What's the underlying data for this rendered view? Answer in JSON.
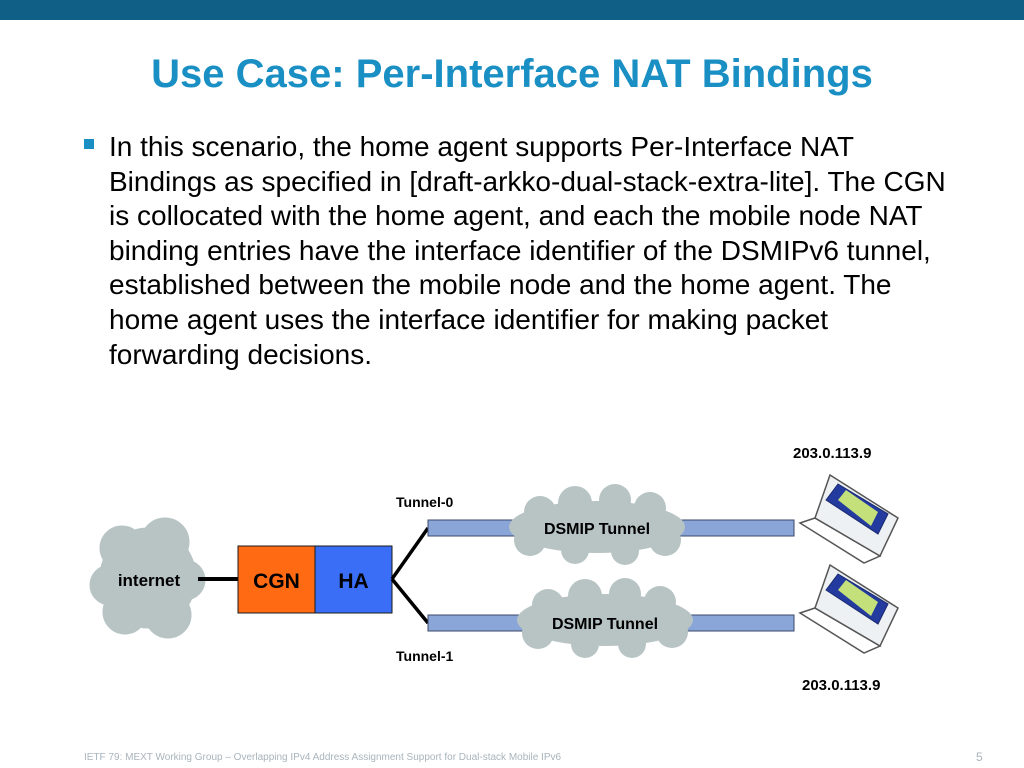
{
  "header": {
    "accent_color": "#0f5f86"
  },
  "title": "Use Case: Per-Interface NAT Bindings",
  "bullet": "In this scenario, the home agent supports Per-Interface NAT Bindings as specified in [draft-arkko-dual-stack-extra-lite]. The CGN is collocated with the home agent, and each the mobile node NAT binding entries have the interface identifier of the DSMIPv6 tunnel, established between the mobile node and the home agent. The home agent uses the interface identifier for making packet forwarding decisions.",
  "diagram": {
    "internet_label": "internet",
    "cgn_label": "CGN",
    "ha_label": "HA",
    "tunnel0_label": "Tunnel-0",
    "tunnel1_label": "Tunnel-1",
    "tunnel_top_label": "DSMIP Tunnel",
    "tunnel_bottom_label": "DSMIP Tunnel",
    "ip_top": "203.0.113.9",
    "ip_bottom": "203.0.113.9",
    "colors": {
      "cgn": "#ff6a13",
      "ha": "#3b6ef6",
      "pipe": "#8aa6d8",
      "cloud": "#b8c4c4"
    }
  },
  "footer": {
    "text": "IETF 79: MEXT Working Group – Overlapping IPv4 Address Assignment Support for Dual-stack Mobile IPv6",
    "page": "5"
  }
}
